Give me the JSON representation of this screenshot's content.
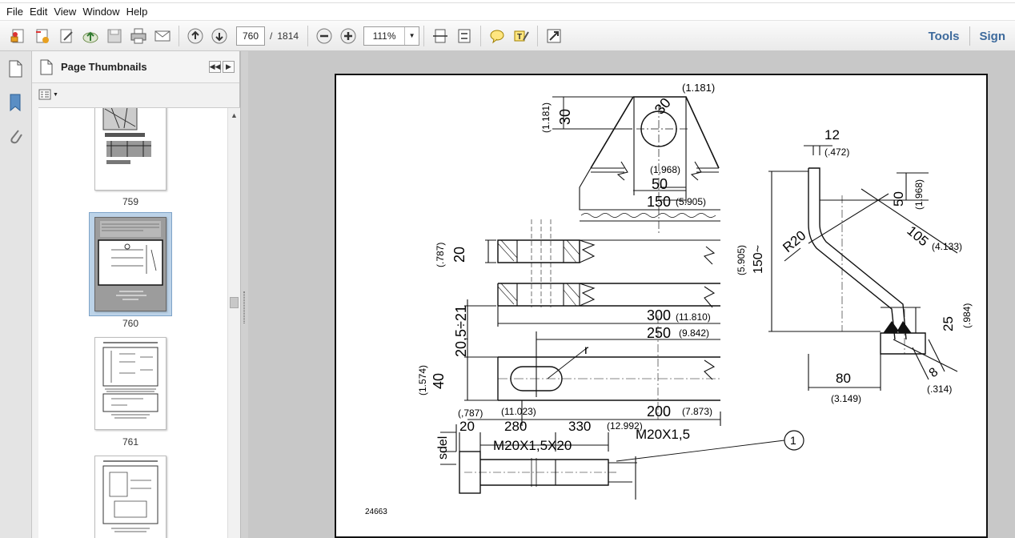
{
  "menu": [
    "File",
    "Edit",
    "View",
    "Window",
    "Help"
  ],
  "toolbar": {
    "current_page": "760",
    "page_separator": "/",
    "total_pages": "1814",
    "zoom": "111%",
    "tools_label": "Tools",
    "sign_label": "Sign"
  },
  "nav_panel": {
    "title": "Page Thumbnails",
    "thumbnails": [
      {
        "label": "759"
      },
      {
        "label": "760",
        "selected": true
      },
      {
        "label": "761"
      },
      {
        "label": ""
      }
    ]
  },
  "drawing": {
    "dim_30_in": "(1.181)",
    "dim_30": "30",
    "dim_30_left_in": "(1.181)",
    "dim_30_left": "30",
    "dim_1968": "(1,968)",
    "dim_50": "50",
    "dim_150": "150",
    "dim_150_in": "(5.905)",
    "dim_20": "20",
    "dim_20_in": "(.787)",
    "dim_300": "300",
    "dim_300_in": "(11.810)",
    "dim_250": "250",
    "dim_250_in": "(9.842)",
    "dim_20_5": "20,5÷21",
    "dim_40": "40",
    "dim_40_in": "(1.574)",
    "label_r": "r",
    "dim_200": "200",
    "dim_200_in": "(7.873)",
    "dim_787b": "(,787)",
    "dim_11023": "(11.023)",
    "dim_20b": "20",
    "dim_280": "280",
    "dim_330": "330",
    "dim_12992": "(12.992)",
    "thread_1": "M20X1,5X20",
    "thread_2": "M20X1,5",
    "sdel": "sdel",
    "callout_1": "1",
    "figure_number": "24663",
    "dim_12": "12",
    "dim_12_in": "(.472)",
    "dim_50r": "50",
    "dim_50r_in": "(1.968)",
    "dim_r20": "R20",
    "dim_150r": "150~",
    "dim_150r_in": "(5.905)",
    "dim_105": "105",
    "dim_105_in": "(4.133)",
    "dim_25": "25",
    "dim_25_in": "(.984)",
    "dim_80": "80",
    "dim_80_in": "(3.149)",
    "dim_8": "8",
    "dim_8_in": "(.314)"
  }
}
